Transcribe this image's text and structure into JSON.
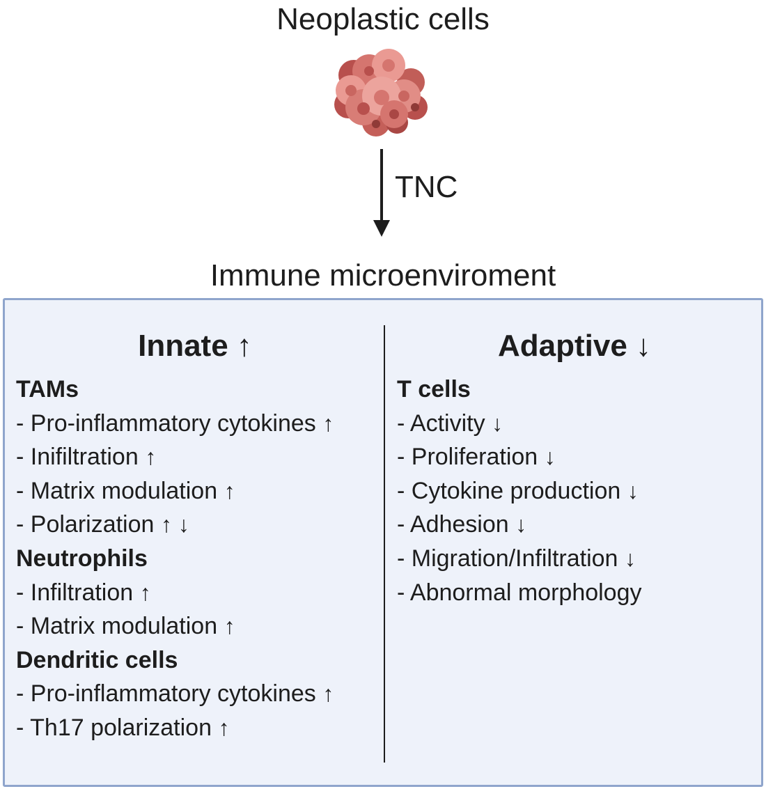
{
  "diagram": {
    "source_label": "Neoplastic cells",
    "arrow_label": "TNC",
    "target_label": "Immune microenviroment",
    "left_column": {
      "heading": "Innate",
      "heading_arrow": "↑",
      "groups": [
        {
          "title": "TAMs",
          "items": [
            {
              "text": "- Pro-inflammatory cytokines",
              "arrow": "↑"
            },
            {
              "text": "- Inifiltration",
              "arrow": "↑"
            },
            {
              "text": "- Matrix modulation",
              "arrow": "↑"
            },
            {
              "text": "- Polarization",
              "arrow": "↑ ↓"
            }
          ]
        },
        {
          "title": "Neutrophils",
          "items": [
            {
              "text": "- Infiltration",
              "arrow": "↑"
            },
            {
              "text": "- Matrix modulation",
              "arrow": "↑"
            }
          ]
        },
        {
          "title": "Dendritic cells",
          "items": [
            {
              "text": "- Pro-inflammatory cytokines",
              "arrow": "↑"
            },
            {
              "text": "- Th17 polarization",
              "arrow": "↑"
            }
          ]
        }
      ]
    },
    "right_column": {
      "heading": "Adaptive",
      "heading_arrow": "↓",
      "groups": [
        {
          "title": "T cells",
          "items": [
            {
              "text": "- Activity",
              "arrow": "↓"
            },
            {
              "text": "- Proliferation",
              "arrow": "↓"
            },
            {
              "text": "- Cytokine production",
              "arrow": "↓"
            },
            {
              "text": "- Adhesion",
              "arrow": "↓"
            },
            {
              "text": "- Migration/Infiltration",
              "arrow": "↓"
            },
            {
              "text": "- Abnormal morphology",
              "arrow": ""
            }
          ]
        }
      ]
    },
    "colors": {
      "panel_fill": "#eef2fa",
      "panel_border": "#8fa5cc",
      "text": "#1d1d1d",
      "cell_light": "#ea9a93",
      "cell_mid": "#d5756f",
      "cell_dark": "#b8504d"
    }
  }
}
